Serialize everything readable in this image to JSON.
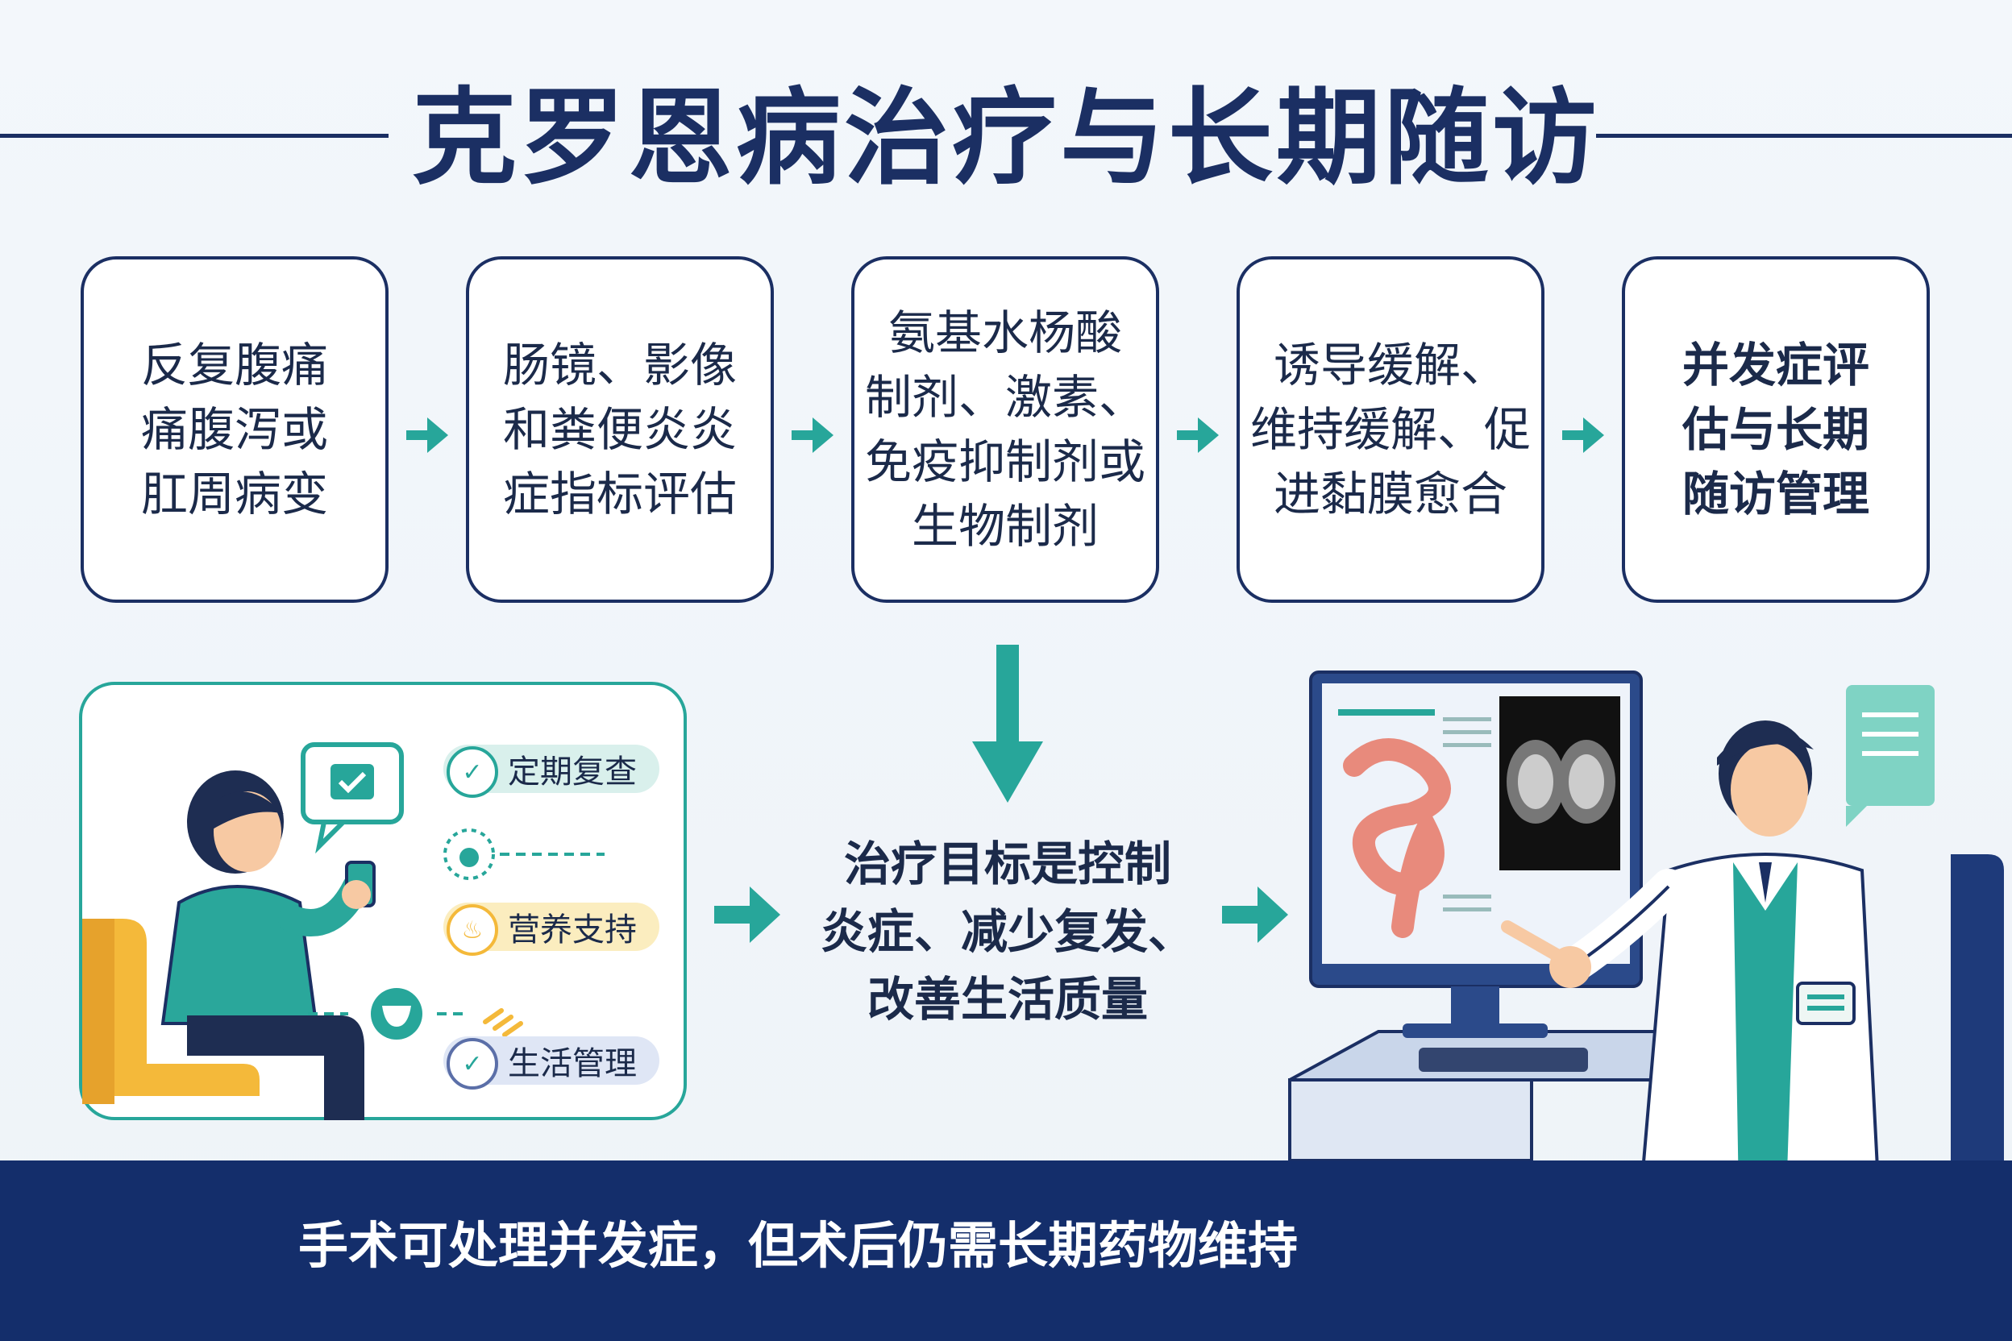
{
  "title": "克罗恩病治疗与长期随访",
  "steps": [
    {
      "text": "反复腹痛\n痛腹泻或\n肛周病变"
    },
    {
      "text": "肠镜、影像\n和粪便炎炎\n症指标评估"
    },
    {
      "text": "氨基水杨酸\n制剂、激素、\n免疫抑制剂或\n生物制剂"
    },
    {
      "text": "诱导缓解、\n维持缓解、促\n进黏膜愈合"
    },
    {
      "text": "并发症评\n估与长期\n随访管理"
    }
  ],
  "patient_panel": {
    "items": [
      {
        "label": "定期复查",
        "icon": "check-icon"
      },
      {
        "label": "营养支持",
        "icon": "flame-icon"
      },
      {
        "label": "生活管理",
        "icon": "leaf-icon"
      }
    ]
  },
  "goal": "治疗目标是控制\n炎症、减少复发、\n改善生活质量",
  "footer": "手术可处理并发症，但术后仍需长期药物维持",
  "colors": {
    "navy": "#1b2f63",
    "teal": "#27a69a",
    "yellow": "#f4b93a",
    "bar": "#142e6b"
  }
}
